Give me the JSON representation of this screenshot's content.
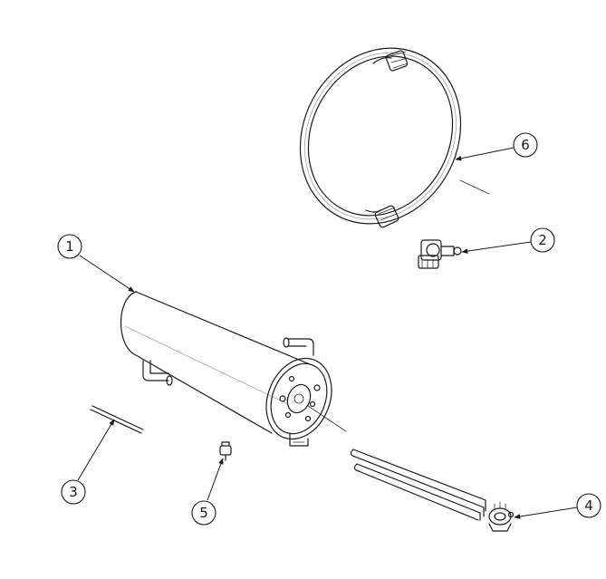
{
  "callouts": [
    {
      "id": "1",
      "label": "1"
    },
    {
      "id": "2",
      "label": "2"
    },
    {
      "id": "3",
      "label": "3"
    },
    {
      "id": "4",
      "label": "4"
    },
    {
      "id": "5",
      "label": "5"
    },
    {
      "id": "6",
      "label": "6"
    }
  ],
  "colors": {
    "line": "#1a1a1a",
    "background": "#ffffff"
  }
}
